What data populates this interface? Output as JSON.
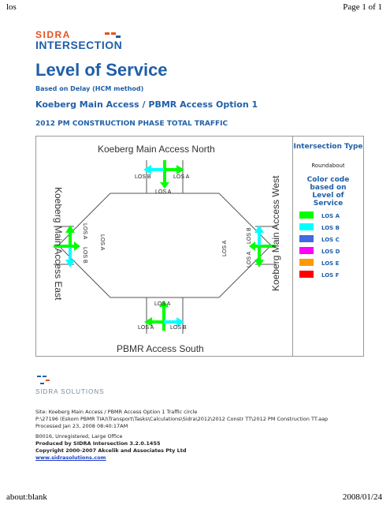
{
  "page_header": {
    "left": "los",
    "right": "Page 1 of 1"
  },
  "page_footer": {
    "left": "about:blank",
    "right": "2008/01/24"
  },
  "logo": {
    "line1": "SIDRA",
    "line2": "INTERSECTION"
  },
  "title": "Level of Service",
  "subtitle": "Based on Delay (HCM method)",
  "site_title": "Koeberg Main Access / PBMR Access Option 1",
  "scenario": "2012 PM CONSTRUCTION PHASE TOTAL TRAFFIC",
  "diagram": {
    "north_name": "Koeberg Main Access North",
    "south_name": "PBMR Access South",
    "east_name": "Koeberg Main Access East",
    "west_name": "Koeberg Main Access West",
    "labels": {
      "n_left": "LOS B",
      "n_right": "LOS A",
      "n_approach": "LOS A",
      "s_approach": "LOS A",
      "s_left": "LOS A",
      "s_right": "LOS B",
      "e_top": "LOS A",
      "e_bottom": "LOS B",
      "e_approach": "LOS A",
      "w_top": "LOS B",
      "w_bottom": "LOS A",
      "w_approach": "LOS A"
    }
  },
  "legend": {
    "heading": "Intersection Type",
    "type": "Roundabout",
    "color_heading": "Color code based on Level of Service",
    "items": [
      {
        "label": "LOS A",
        "color": "#00ff00"
      },
      {
        "label": "LOS B",
        "color": "#00ffff"
      },
      {
        "label": "LOS C",
        "color": "#4169e1"
      },
      {
        "label": "LOS D",
        "color": "#ff00ff"
      },
      {
        "label": "LOS E",
        "color": "#ff9900"
      },
      {
        "label": "LOS F",
        "color": "#ff0000"
      }
    ]
  },
  "footer_logo": "SIDRA SOLUTIONS",
  "footer": {
    "site": "Site: Koeberg Main Access / PBMR Access Option 1 Traffic circle",
    "path": "P:\\27196 (Eskom PBMR TIA)\\Transport\\Tasks\\Calculations\\Sidra\\2012\\2012 Constr TT\\2012 PM Construction TT.aap",
    "processed": "Processed Jan 23, 2008 08:40:17AM",
    "license": "B0016, Unregistered, Large Office",
    "produced": "Produced by SIDRA Intersection 3.2.0.1455",
    "copyright": "Copyright 2000-2007 Akcelik and Associates Pty Ltd",
    "link": "www.sidrasolutions.com"
  }
}
